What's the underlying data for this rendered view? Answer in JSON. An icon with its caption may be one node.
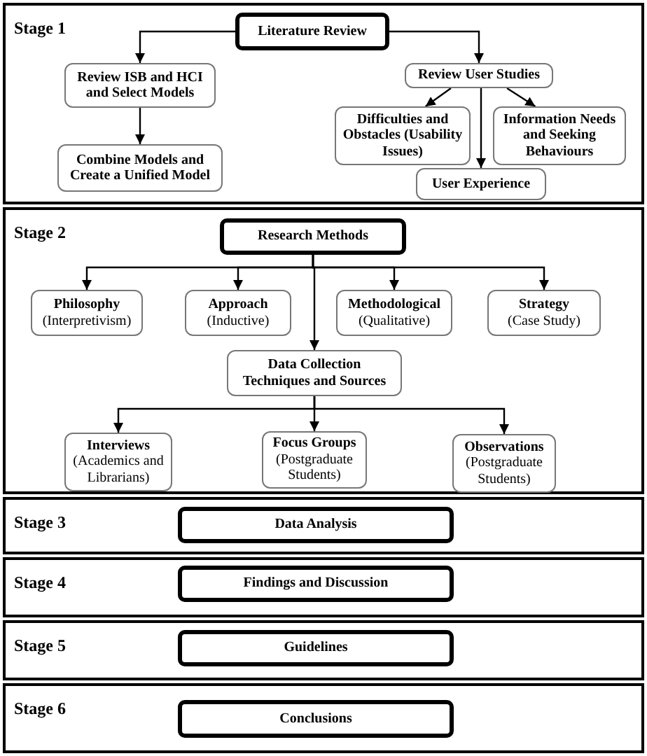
{
  "diagram": {
    "nodes": [
      {
        "text": [
          "Stage 1"
        ]
      },
      {
        "text": [
          "Literature Review"
        ],
        "in": 0
      },
      {
        "text": [
          "Review ISB and HCI and Select Models"
        ],
        "in": 0
      },
      {
        "text": [
          "Combine Models and Create a Unified Model"
        ],
        "in": 0
      },
      {
        "text": [
          "Review User Studies"
        ],
        "in": 0
      },
      {
        "text": [
          "Difficulties and Obstacles (Usability Issues)"
        ],
        "in": 0
      },
      {
        "text": [
          "Information Needs and Seeking Behaviours"
        ],
        "in": 0
      },
      {
        "text": [
          "User Experience"
        ],
        "in": 0
      },
      {
        "text": [
          "Stage 2"
        ]
      },
      {
        "text": [
          "Research Methods"
        ],
        "in": 8
      },
      {
        "text": [
          "Philosophy",
          "(Interpretivism)"
        ],
        "in": 8
      },
      {
        "text": [
          "Approach",
          "(Inductive)"
        ],
        "in": 8
      },
      {
        "text": [
          "Methodological",
          "(Qualitative)"
        ],
        "in": 8
      },
      {
        "text": [
          "Strategy",
          "(Case Study)"
        ],
        "in": 8
      },
      {
        "text": [
          "Data Collection Techniques and Sources"
        ],
        "in": 8
      },
      {
        "text": [
          "Interviews",
          "(Academics and Librarians)"
        ],
        "in": 8
      },
      {
        "text": [
          "Focus Groups",
          "(Postgraduate Students)"
        ],
        "in": 8
      },
      {
        "text": [
          "Observations",
          "(Postgraduate Students)"
        ],
        "in": 8
      },
      {
        "text": [
          "Stage 3"
        ]
      },
      {
        "text": [
          "Data Analysis"
        ],
        "in": 18
      },
      {
        "text": [
          "Stage 4"
        ]
      },
      {
        "text": [
          "Findings and Discussion"
        ],
        "in": 20
      },
      {
        "text": [
          "Stage 5"
        ]
      },
      {
        "text": [
          "Guidelines"
        ],
        "in": 22
      },
      {
        "text": [
          "Stage 6"
        ]
      },
      {
        "text": [
          "Conclusions"
        ],
        "in": 24
      }
    ],
    "edges": [
      {
        "from": 1,
        "to": 2,
        "arrow": "to"
      },
      {
        "from": 1,
        "to": 4,
        "arrow": "to"
      },
      {
        "from": 2,
        "to": 3,
        "arrow": "to"
      },
      {
        "from": 4,
        "to": 5,
        "arrow": "to"
      },
      {
        "from": 4,
        "to": 7,
        "arrow": "to"
      },
      {
        "from": 4,
        "to": 6,
        "arrow": "to"
      },
      {
        "from": 9,
        "to": 10,
        "arrow": "to"
      },
      {
        "from": 9,
        "to": 11,
        "arrow": "to"
      },
      {
        "from": 9,
        "to": 12,
        "arrow": "to"
      },
      {
        "from": 9,
        "to": 13,
        "arrow": "to"
      },
      {
        "from": 9,
        "to": 14,
        "arrow": "to"
      },
      {
        "from": 14,
        "to": 15,
        "arrow": "to"
      },
      {
        "from": 14,
        "to": 16,
        "arrow": "to"
      },
      {
        "from": 14,
        "to": 17,
        "arrow": "to"
      }
    ]
  }
}
